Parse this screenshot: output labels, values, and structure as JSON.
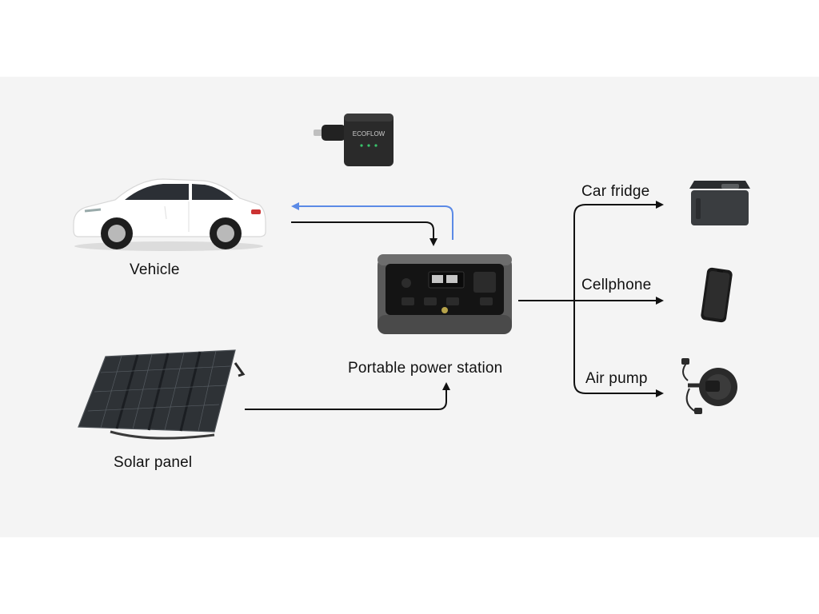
{
  "nodes": {
    "vehicle": {
      "label": "Vehicle",
      "icon": "car-icon"
    },
    "solar_panel": {
      "label": "Solar panel",
      "icon": "solar-panel-icon"
    },
    "power_station": {
      "label": "Portable power station",
      "icon": "power-station-icon"
    },
    "car_charger": {
      "icon": "car-charger-icon",
      "brand_text": "ECOFLOW"
    },
    "car_fridge": {
      "label": "Car fridge",
      "icon": "car-fridge-icon"
    },
    "cellphone": {
      "label": "Cellphone",
      "icon": "cellphone-icon"
    },
    "air_pump": {
      "label": "Air pump",
      "icon": "air-pump-icon"
    }
  },
  "colors": {
    "background": "#f4f4f4",
    "arrow": "#111111",
    "charge_arrow": "#5b8ae6",
    "text": "#111111"
  }
}
